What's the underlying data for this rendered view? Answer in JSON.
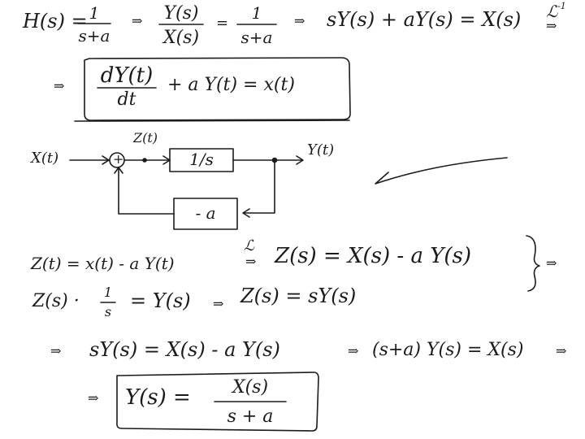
{
  "line1": {
    "lhs": "H(s) =",
    "frac1_num": "1",
    "frac1_den": "s+a",
    "arrow1": "⇒",
    "frac2_num": "Y(s)",
    "frac2_den": "X(s)",
    "eq": "=",
    "frac3_num": "1",
    "frac3_den": "s+a",
    "arrow2": "⇒",
    "rhs": "sY(s) + aY(s) = X(s)",
    "inverse_op": "ℒ",
    "inverse_sup": "-1",
    "arrow3": "⇒"
  },
  "ode": {
    "arrow": "⇒",
    "num": "dY(t)",
    "den": "dt",
    "rest": "+ a Y(t) = x(t)"
  },
  "diagram": {
    "input_label": "X(t)",
    "sum_sign": "+",
    "node_label": "Z(t)",
    "integrator_label": "1/s",
    "output_label": "Y(t)",
    "feedback_label": "- a"
  },
  "eq_z": {
    "lhs": "Z(t) = x(t) - a Y(t)",
    "laplace_op": "ℒ",
    "arrow": "⇒",
    "rhs": "Z(s) = X(s) - a Y(s)",
    "brace": "}",
    "brace_arrow": "⇒"
  },
  "eq_int": {
    "lhs": "Z(s) ·",
    "frac_num": "1",
    "frac_den": "s",
    "mid": "= Y(s)",
    "arrow": "⇒",
    "rhs": "Z(s) = sY(s)"
  },
  "eq_combine": {
    "arrow1": "⇒",
    "part1": "sY(s) = X(s) - a Y(s)",
    "arrow2": "⇒",
    "part2": "(s+a) Y(s) = X(s)",
    "arrow3": "⇒"
  },
  "result": {
    "arrow": "⇒",
    "lhs": "Y(s) =",
    "num": "X(s)",
    "den": "s + a"
  },
  "colors": {
    "ink": "#1b1b1b",
    "paper": "#ffffff"
  }
}
